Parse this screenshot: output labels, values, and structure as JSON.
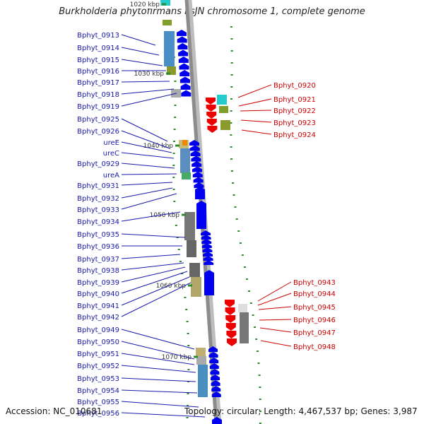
{
  "title": "Burkholderia phytofirmans PsJN chromosome 1, complete genome",
  "footer": {
    "accession": "Accession: NC_010681",
    "topology": "Topology: circular; Length: 4,467,537 bp; Genes: 3,987"
  },
  "colors": {
    "left_labels": "#1a1aaa",
    "right_labels": "#cc0000",
    "backbone": "#8c8c8c",
    "forward_arrow": "#0000ee",
    "reverse_arrow": "#ee0000",
    "gc_dash": "#2e8b2e"
  },
  "ruler_ticks": [
    "1020 kbp",
    "1030 kbp",
    "1040 kbp",
    "1050 kbp",
    "1060 kbp",
    "1070 kbp"
  ],
  "left_genes": [
    "Bphyt_0913",
    "Bphyt_0914",
    "Bphyt_0915",
    "Bphyt_0916",
    "Bphyt_0917",
    "Bphyt_0918",
    "Bphyt_0919",
    "Bphyt_0925",
    "Bphyt_0926",
    "ureE",
    "ureC",
    "Bphyt_0929",
    "ureA",
    "Bphyt_0931",
    "Bphyt_0932",
    "Bphyt_0933",
    "Bphyt_0934",
    "Bphyt_0935",
    "Bphyt_0936",
    "Bphyt_0937",
    "Bphyt_0938",
    "Bphyt_0939",
    "Bphyt_0940",
    "Bphyt_0941",
    "Bphyt_0942",
    "Bphyt_0949",
    "Bphyt_0950",
    "Bphyt_0951",
    "Bphyt_0952",
    "Bphyt_0953",
    "Bphyt_0954",
    "Bphyt_0955",
    "Bphyt_0956"
  ],
  "right_genes": [
    "Bphyt_0920",
    "Bphyt_0921",
    "Bphyt_0922",
    "Bphyt_0923",
    "Bphyt_0924",
    "Bphyt_0943",
    "Bphyt_0944",
    "Bphyt_0945",
    "Bphyt_0946",
    "Bphyt_0947",
    "Bphyt_0948"
  ]
}
